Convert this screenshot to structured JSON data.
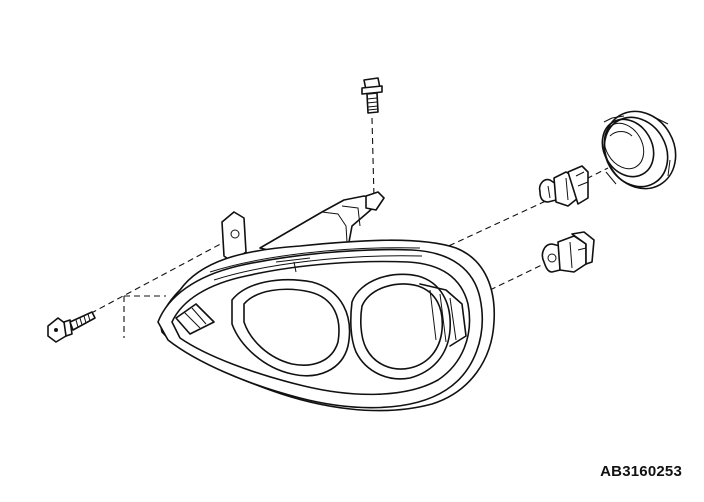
{
  "diagram": {
    "part_code": "AB3160253",
    "colors": {
      "line": "#111111",
      "background": "#ffffff"
    },
    "icons": [
      "headlamp-housing",
      "bolt",
      "screw",
      "halogen-bulb",
      "side-bulb",
      "dust-cover"
    ]
  }
}
